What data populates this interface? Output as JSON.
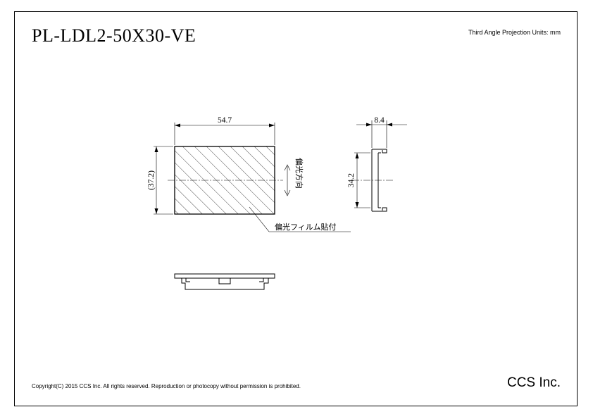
{
  "title": "PL-LDL2-50X30-VE",
  "projection_note": "Third Angle Projection Units: mm",
  "copyright": "Copyright(C) 2015 CCS Inc. All rights reserved. Reproduction or photocopy without permission is prohibited.",
  "company": "CCS Inc.",
  "dimensions": {
    "width": "54.7",
    "height": "(37.2)",
    "side_depth": "8.4",
    "side_height": "34.2"
  },
  "notes": {
    "polarization_direction": "偏光方向",
    "polarizing_film": "偏光フィルム貼付"
  }
}
